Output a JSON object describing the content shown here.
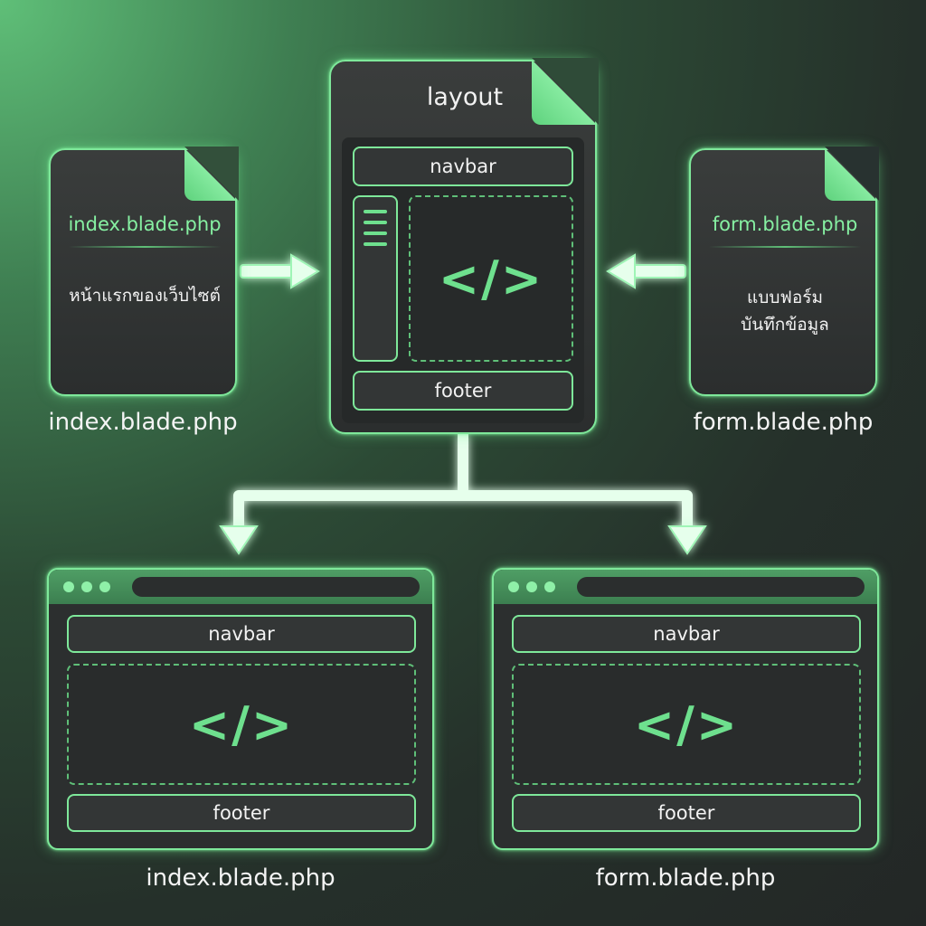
{
  "layout": {
    "title": "layout",
    "navbar": "navbar",
    "code": "</>",
    "footer": "footer"
  },
  "index_file": {
    "title": "index.blade.php",
    "description": "หน้าแรกของเว็บไซต์",
    "caption": "index.blade.php"
  },
  "form_file": {
    "title": "form.blade.php",
    "description_line1": "แบบฟอร์ม",
    "description_line2": "บันทึกข้อมูล",
    "caption": "form.blade.php"
  },
  "index_result": {
    "navbar": "navbar",
    "code": "</>",
    "footer": "footer",
    "caption": "index.blade.php"
  },
  "form_result": {
    "navbar": "navbar",
    "code": "</>",
    "footer": "footer",
    "caption": "form.blade.php"
  },
  "colors": {
    "accent": "#7ee89a",
    "accent_dark": "#5fbf78",
    "panel": "#2b2e2e"
  },
  "icons": [
    "code-icon",
    "menu-lines-icon",
    "window-dots-icon",
    "arrow-right-icon",
    "arrow-left-icon",
    "arrow-down-icon"
  ]
}
